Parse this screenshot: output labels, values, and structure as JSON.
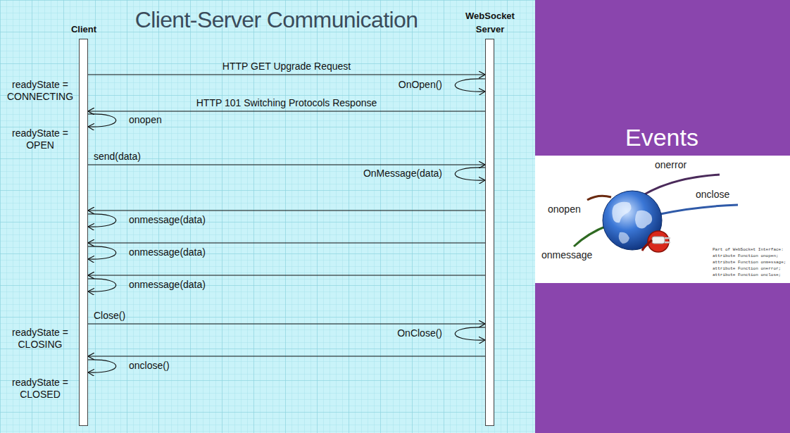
{
  "diagram": {
    "title": "Client-Server Communication",
    "nodes": [
      {
        "text": [
          "Client"
        ]
      },
      {
        "text": [
          "WebSocket Server"
        ]
      }
    ],
    "edges": [
      {
        "from": 0,
        "to": 1,
        "label": "HTTP GET Upgrade Request",
        "arrow": "to"
      },
      {
        "from": 1,
        "to": 0,
        "label": "HTTP 101 Switching Protocols Response",
        "arrow": "to"
      },
      {
        "from": 0,
        "to": 1,
        "label": "send(data)",
        "arrow": "to"
      },
      {
        "from": 1,
        "to": 0,
        "arrow": "to"
      },
      {
        "from": 1,
        "to": 0,
        "arrow": "to"
      },
      {
        "from": 1,
        "to": 0,
        "arrow": "to"
      },
      {
        "from": 0,
        "to": 1,
        "label": "Close()",
        "arrow": "to"
      },
      {
        "from": 1,
        "to": 0,
        "arrow": "to"
      }
    ],
    "labels": [
      "readyState = CONNECTING",
      "OnOpen()",
      "onopen",
      "readyState = OPEN",
      "OnMessage(data)",
      "onmessage(data)",
      "onmessage(data)",
      "onmessage(data)",
      "readyState = CLOSING",
      "OnClose()",
      "onclose()",
      "readyState = CLOSED",
      "Events",
      "onerror",
      "onclose",
      "onopen",
      "onmessage",
      "Part of WebSocket Interface:",
      "attribute Function onopen;",
      "attribute Function onmessage;",
      "attribute Function onerror;",
      "attribute Function onclose;"
    ]
  }
}
